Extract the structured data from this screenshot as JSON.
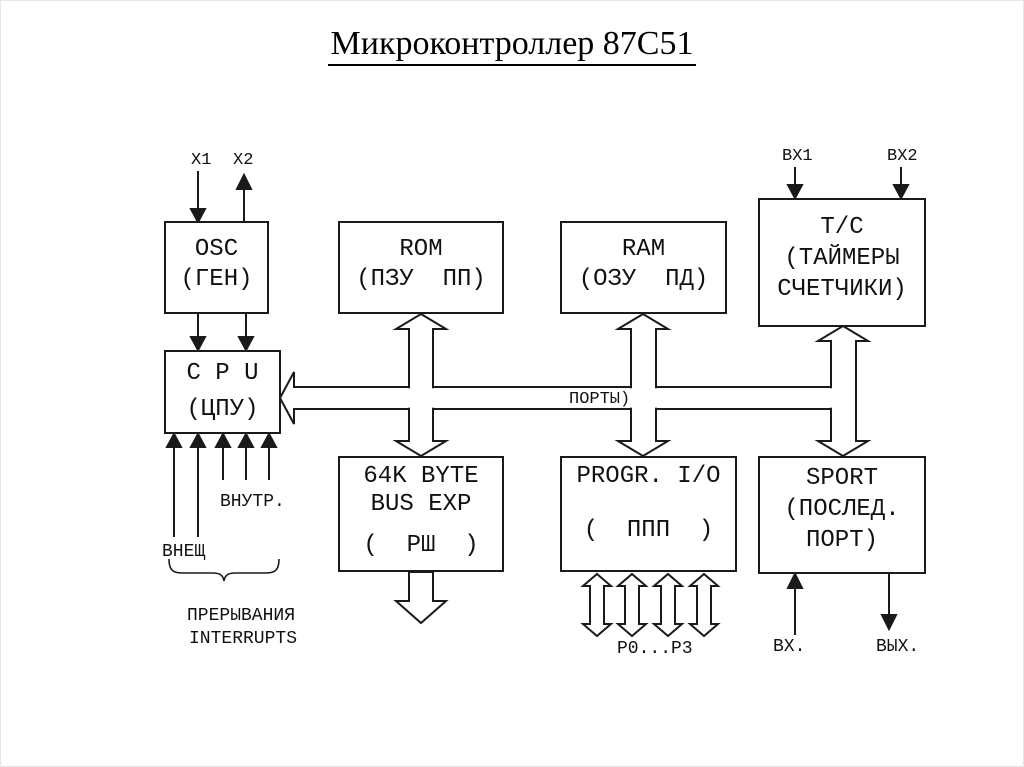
{
  "title": "Микроконтроллер 87С51",
  "blocks": {
    "osc": {
      "lines": [
        "OSC",
        "(ГЕН)"
      ]
    },
    "cpu": {
      "lines": [
        "C P U",
        "(ЦПУ)"
      ]
    },
    "rom": {
      "lines": [
        "ROM",
        "(ПЗУ  ПП)"
      ]
    },
    "ram": {
      "lines": [
        "RAM",
        "(ОЗУ  ПД)"
      ]
    },
    "tc": {
      "lines": [
        "Т/С",
        "(ТАЙМЕРЫ",
        "СЧЕТЧИКИ)"
      ]
    },
    "busexp": {
      "lines": [
        "64K BYTE",
        "BUS EXP",
        "(  РШ  )"
      ]
    },
    "progio": {
      "lines": [
        "PROGR. I/O",
        "(  ППП  )"
      ]
    },
    "sport": {
      "lines": [
        "SPORT",
        "(ПОСЛЕД.",
        "ПОРТ)"
      ]
    }
  },
  "labels": {
    "x1": "X1",
    "x2": "X2",
    "bx1": "ВХ1",
    "bx2": "ВХ2",
    "vnutr": "ВНУТР.",
    "vnesh": "ВНЕЩ",
    "interrupts_ru": "ПРЕРЫВАНИЯ",
    "interrupts_en": "INTERRUPTS",
    "porty": "ПОРТЫ)",
    "p0p3": "P0...P3",
    "vhod": "ВХ.",
    "vyhod": "ВЫХ."
  },
  "colors": {
    "line": "#1a1a1a",
    "background": "#ffffff"
  }
}
